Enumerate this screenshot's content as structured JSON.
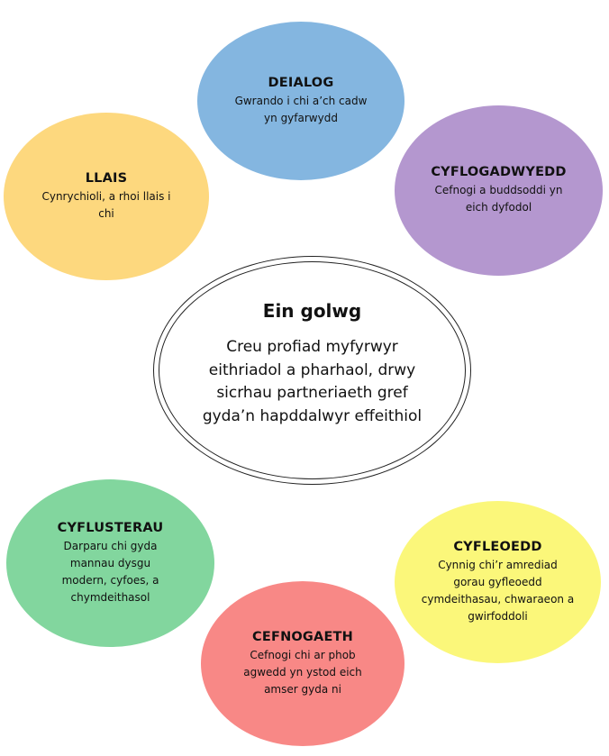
{
  "center": {
    "title": "Ein golwg",
    "body": "Creu profiad myfyrwyr eithriadol a pharhaol, drwy sicrhau partneriaeth gref gyda’n hapddalwyr effeithiol"
  },
  "bubbles": {
    "deialog": {
      "title": "DEIALOG",
      "desc": "Gwrando i chi a’ch cadw yn gyfarwydd",
      "color": "#84b6e0"
    },
    "llais": {
      "title": "LLAIS",
      "desc": "Cynrychioli, a rhoi llais i chi",
      "color": "#fdd87e"
    },
    "cyflogadwyedd": {
      "title": "CYFLOGADWYEDD",
      "desc": "Cefnogi a buddsoddi yn eich dyfodol",
      "color": "#b497cf"
    },
    "cyflusterau": {
      "title": "CYFLUSTERAU",
      "desc": "Darparu chi gyda mannau dysgu modern, cyfoes, a chymdeithasol",
      "color": "#82d69e"
    },
    "cyfleoedd": {
      "title": "CYFLEOEDD",
      "desc": "Cynnig chi’r amrediad gorau gyfleoedd cymdeithasau, chwaraeon a gwirfoddoli",
      "color": "#fbf77a"
    },
    "cefnogaeth": {
      "title": "CEFNOGAETH",
      "desc": "Cefnogi chi ar phob agwedd yn ystod eich amser gyda ni",
      "color": "#f88886"
    }
  }
}
